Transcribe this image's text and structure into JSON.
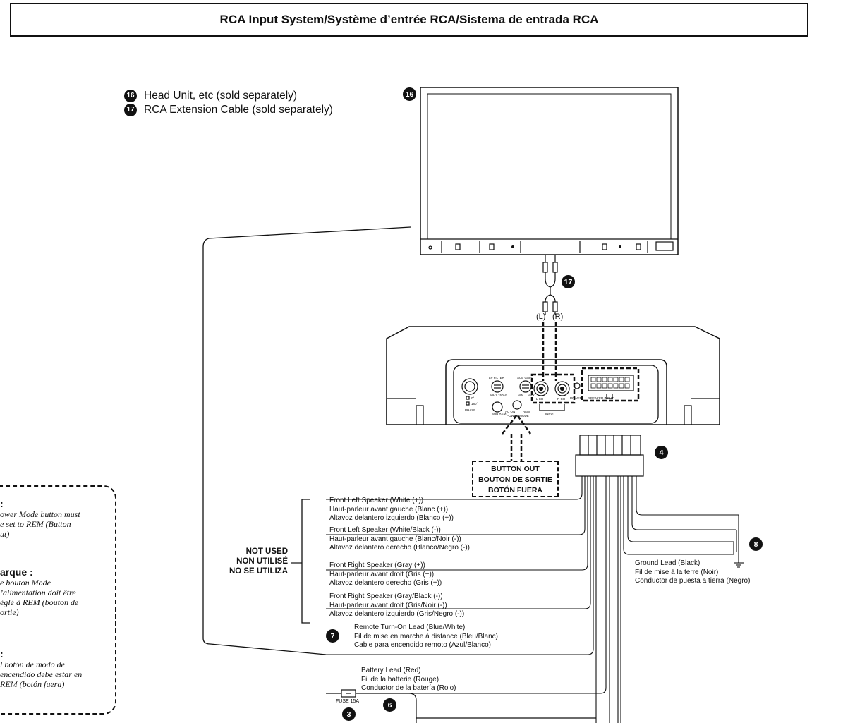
{
  "title": "RCA Input System/Système d’entrée RCA/Sistema de entrada RCA",
  "legend": [
    {
      "badge": "16",
      "text": "Head Unit, etc (sold separately)"
    },
    {
      "badge": "17",
      "text": "RCA Extension Cable (sold separately)"
    }
  ],
  "callouts": {
    "head_unit": "16",
    "cable": "17",
    "connector": "4",
    "ground": "8",
    "remote": "7",
    "battery": "6",
    "fuse": "3"
  },
  "rca": {
    "left": "(L)",
    "right": "(R)"
  },
  "amp_panel": {
    "phase": "PHASE",
    "deg0": "0°",
    "deg180": "180°",
    "lp_filter": "LP FILTER",
    "sub_gain": "SUB GAIN",
    "hz50": "50Hz",
    "hz150": "150Hz",
    "min": "MIN",
    "max": "MAX",
    "sub_rem": "SUB REM",
    "ac_on": "AC ON",
    "rem": "REM",
    "power_mode": "POWER MODE",
    "input": "INPUT",
    "power": "POWER",
    "lch": "L CH",
    "rch": "R CH",
    "speaker_input": "SPEAKER INPUT"
  },
  "button_out": [
    "BUTTON OUT",
    "BOUTON DE SORTIE",
    "BOTÓN FUERA"
  ],
  "not_used": [
    "NOT USED",
    "NON UTILISÉ",
    "NO SE UTILIZA"
  ],
  "speaker_wires": [
    [
      "Front Left Speaker (White (+))",
      "Haut-parleur avant gauche (Blanc (+))",
      "Altavoz delantero izquierdo (Blanco (+))"
    ],
    [
      "Front Left Speaker (White/Black (-))",
      "Haut-parleur avant gauche (Blanc/Noir (-))",
      "Altavoz delantero derecho (Blanco/Negro (-))"
    ],
    [
      "Front Right Speaker (Gray (+))",
      "Haut-parleur avant droit (Gris (+))",
      "Altavoz delantero derecho (Gris (+))"
    ],
    [
      "Front Right Speaker (Gray/Black (-))",
      "Haut-parleur avant droit (Gris/Noir (-))",
      "Altavoz delantero izquierdo (Gris/Negro (-))"
    ]
  ],
  "remote_wire": [
    "Remote Turn-On Lead (Blue/White)",
    "Fil de mise en marche à distance (Bleu/Blanc)",
    "Cable para encendido remoto (Azul/Blanco)"
  ],
  "battery_wire": [
    "Battery Lead (Red)",
    "Fil de la batterie (Rouge)",
    "Conductor de la batería (Rojo)"
  ],
  "ground_wire": [
    "Ground Lead (Black)",
    "Fil de mise à la terre (Noir)",
    "Conductor de puesta a tierra (Negro)"
  ],
  "fuse_label": "FUSE 15A",
  "notes": [
    {
      "head": ":",
      "body": [
        "ower Mode button must",
        "e set to REM (Button",
        "ut)"
      ]
    },
    {
      "head": "arque :",
      "body": [
        "e bouton Mode",
        "’alimentation doit être",
        "églé à REM (bouton de",
        "ortie)"
      ]
    },
    {
      "head": ":",
      "body": [
        "l botón de modo de",
        "encendido debe estar en",
        "REM (botón fuera)"
      ]
    }
  ]
}
